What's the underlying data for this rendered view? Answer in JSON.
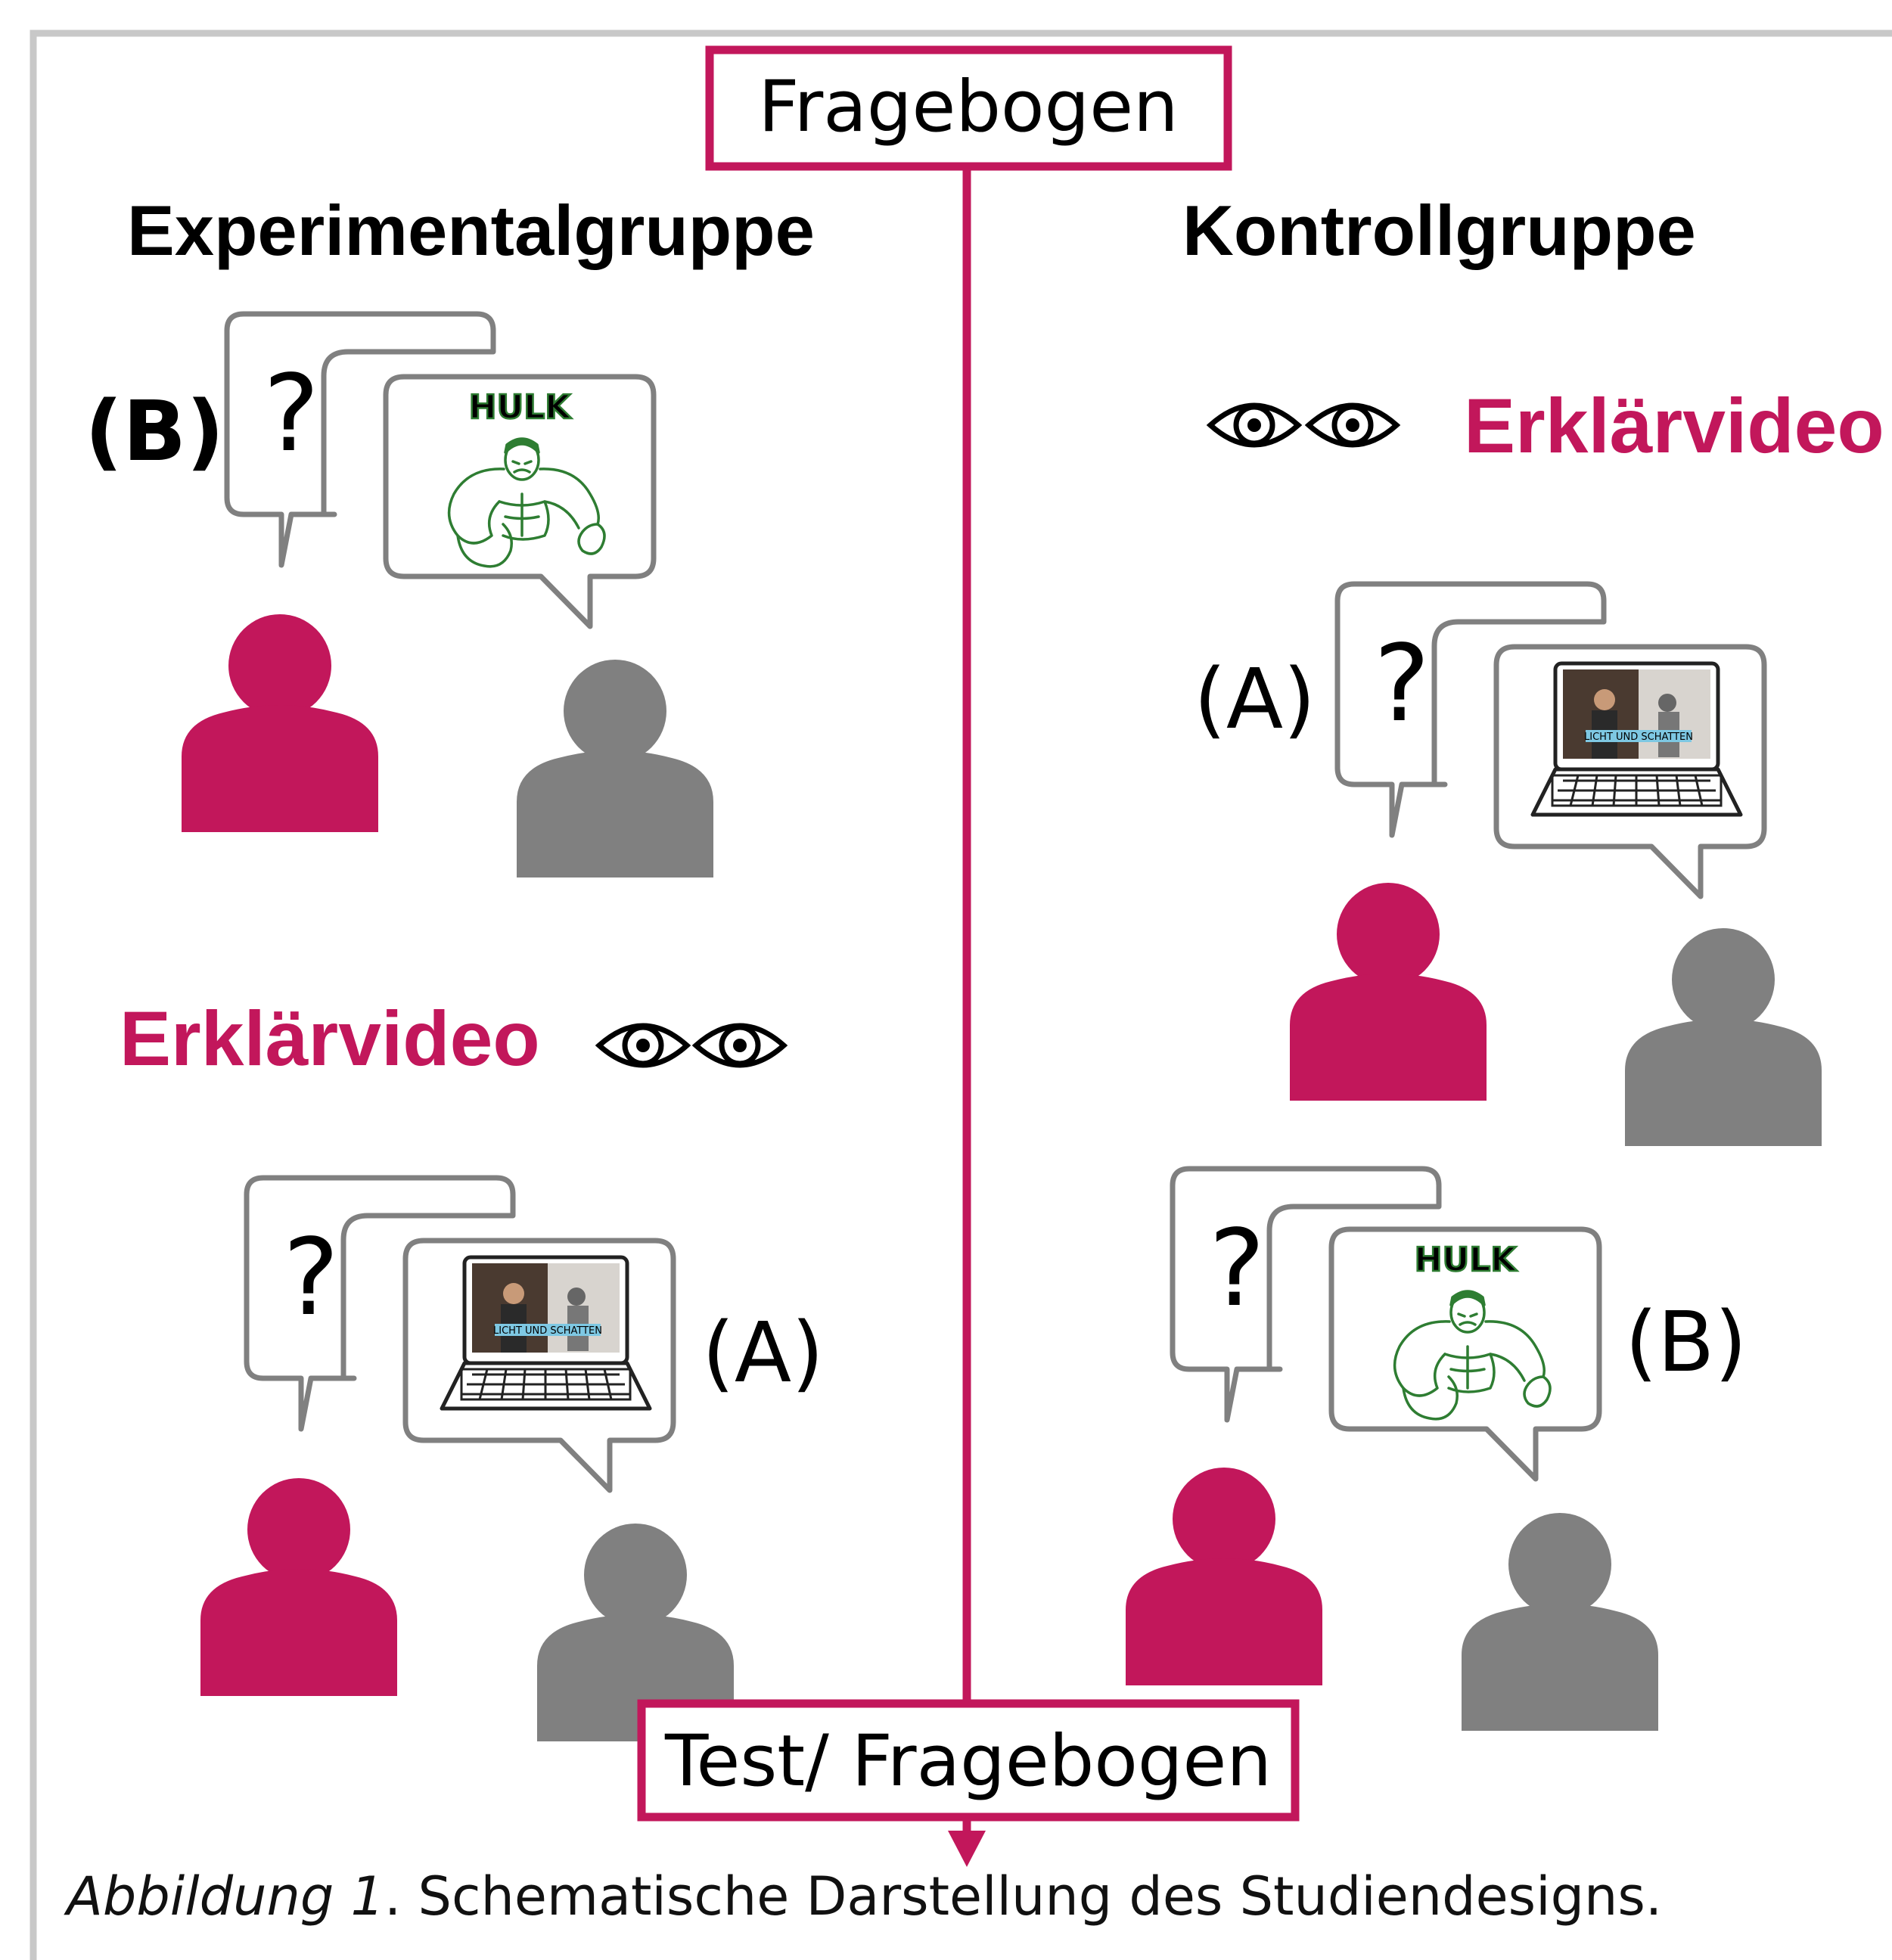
{
  "top_box": {
    "label": "Fragebogen"
  },
  "bottom_box": {
    "label": "Test/ Fragebogen"
  },
  "groups": {
    "experimental": {
      "title": "Experimentalgruppe",
      "pair1_label": "(B)",
      "video_label": "Erklärvideo",
      "pair2_label": "(A)"
    },
    "control": {
      "title": "Kontrollgruppe",
      "video_label": "Erklärvideo",
      "pair1_label": "(A)",
      "pair2_label": "(B)"
    }
  },
  "bubbles": {
    "question_mark": "?",
    "hulk_text": "HULK",
    "video_banner": "LICHT UND SCHATTEN"
  },
  "caption": {
    "figure_label": "Abbildung 1",
    "text": ". Schematische Darstellung des Studiendesigns."
  },
  "colors": {
    "accent": "#c2175b",
    "person_partner": "#808080",
    "bubble_stroke": "#808080",
    "frame": "#c8c8c8",
    "hulk_green": "#2e7d32"
  },
  "icons": [
    "person-icon",
    "speech-bubble-icon",
    "eye-icon",
    "laptop-icon",
    "hulk-drawing-icon",
    "arrow-down-icon"
  ]
}
